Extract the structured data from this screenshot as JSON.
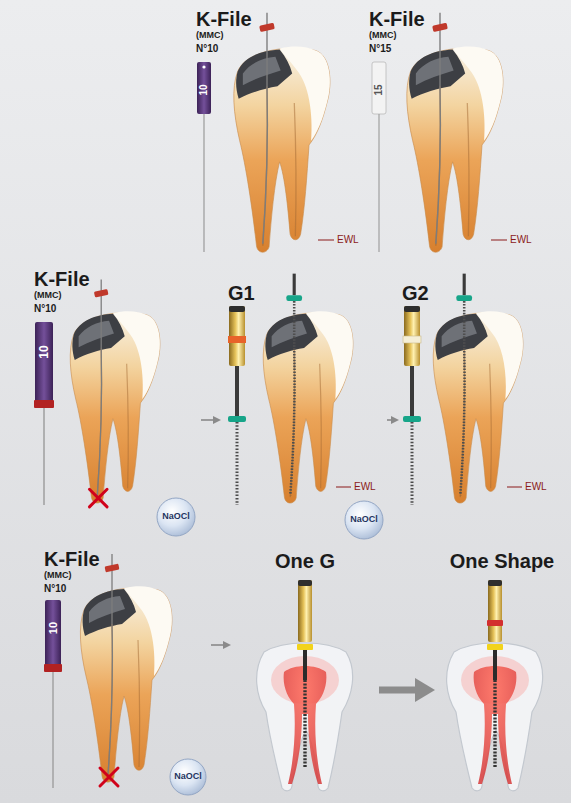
{
  "diagram": {
    "nodes": [
      {
        "text": [
          "K-File",
          "(MMC)",
          "N°10"
        ]
      },
      {
        "text": [
          "K-File",
          "(MMC)",
          "N°15"
        ]
      },
      {
        "text": [
          "K-File",
          "(MMC)",
          "N°10"
        ]
      },
      {
        "text": [
          "NaOCl"
        ],
        "in": 2
      },
      {
        "text": [
          "G1"
        ]
      },
      {
        "text": [
          "NaOCl"
        ],
        "in": 4
      },
      {
        "text": [
          "G2"
        ]
      },
      {
        "text": [
          "K-File",
          "(MMC)",
          "N°10"
        ]
      },
      {
        "text": [
          "NaOCl"
        ],
        "in": 7
      },
      {
        "text": [
          "One G"
        ]
      },
      {
        "text": [
          "One Shape"
        ]
      }
    ],
    "edges": [
      {
        "from": 2,
        "to": 4,
        "arrow": "to"
      },
      {
        "from": 4,
        "to": 6,
        "arrow": "to"
      },
      {
        "from": 7,
        "to": 9,
        "arrow": "to"
      },
      {
        "from": 9,
        "to": 10,
        "arrow": "to"
      }
    ],
    "labels": [
      "10",
      "EWL",
      "15",
      "EWL",
      "10",
      "EWL",
      "EWL",
      "10"
    ]
  }
}
